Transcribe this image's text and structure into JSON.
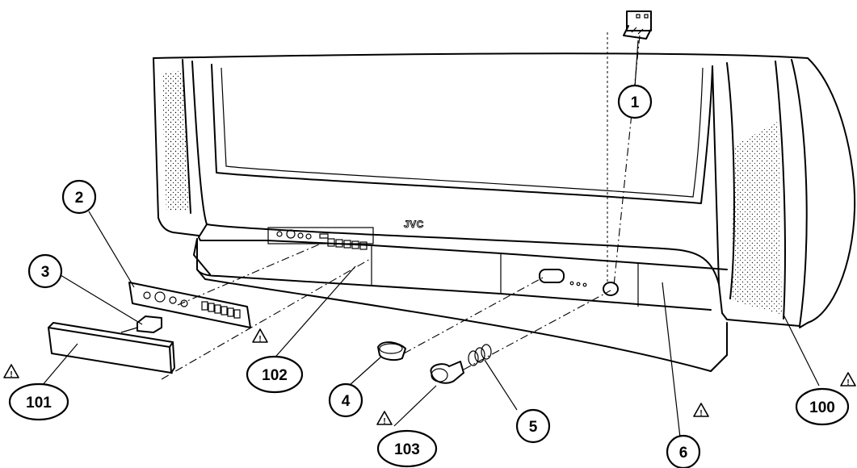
{
  "diagram": {
    "brand_logo_text": "JVC",
    "callouts": [
      {
        "id": "1",
        "label": "1",
        "warning": false
      },
      {
        "id": "2",
        "label": "2",
        "warning": false
      },
      {
        "id": "3",
        "label": "3",
        "warning": false
      },
      {
        "id": "4",
        "label": "4",
        "warning": false
      },
      {
        "id": "5",
        "label": "5",
        "warning": false
      },
      {
        "id": "6",
        "label": "6",
        "warning": true
      },
      {
        "id": "100",
        "label": "100",
        "warning": true
      },
      {
        "id": "101",
        "label": "101",
        "warning": true
      },
      {
        "id": "102",
        "label": "102",
        "warning": true
      },
      {
        "id": "103",
        "label": "103",
        "warning": true
      }
    ],
    "warning_mark": "!"
  }
}
